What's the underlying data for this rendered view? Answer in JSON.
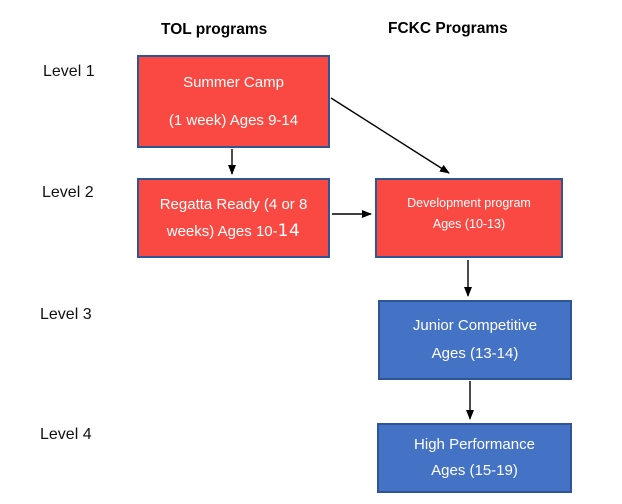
{
  "headers": {
    "tol": "TOL programs",
    "fckc": "FCKC Programs"
  },
  "levels": [
    {
      "label": "Level 1"
    },
    {
      "label": "Level 2"
    },
    {
      "label": "Level 3"
    },
    {
      "label": "Level 4"
    }
  ],
  "boxes": {
    "summer_camp": {
      "line1": "Summer Camp",
      "line2": "(1 week) Ages 9-14",
      "level": "Level 1",
      "column": "TOL programs"
    },
    "regatta_ready": {
      "line1": "Regatta Ready (4 or 8",
      "line2_a": "weeks) Ages 10-",
      "line2_b": "14",
      "level": "Level 2",
      "column": "TOL programs"
    },
    "development_program": {
      "line1": "Development program",
      "line2": "Ages (10-13)",
      "level": "Level 2",
      "column": "FCKC Programs"
    },
    "junior_competitive": {
      "line1": "Junior Competitive",
      "line2": "Ages (13-14)",
      "level": "Level 3",
      "column": "FCKC Programs"
    },
    "high_performance": {
      "line1": "High Performance",
      "line2": "Ages (15-19)",
      "level": "Level 4",
      "column": "FCKC Programs"
    }
  },
  "edges": [
    {
      "from": "summer_camp",
      "to": "regatta_ready"
    },
    {
      "from": "summer_camp",
      "to": "development_program"
    },
    {
      "from": "regatta_ready",
      "to": "development_program"
    },
    {
      "from": "development_program",
      "to": "junior_competitive"
    },
    {
      "from": "junior_competitive",
      "to": "high_performance"
    }
  ],
  "colors": {
    "red_fill": "#FA4942",
    "blue_fill": "#4472C4",
    "box_border": "#2F5597",
    "arrow": "#000000",
    "box_text": "#FFFFFF",
    "label_text": "#000000"
  }
}
